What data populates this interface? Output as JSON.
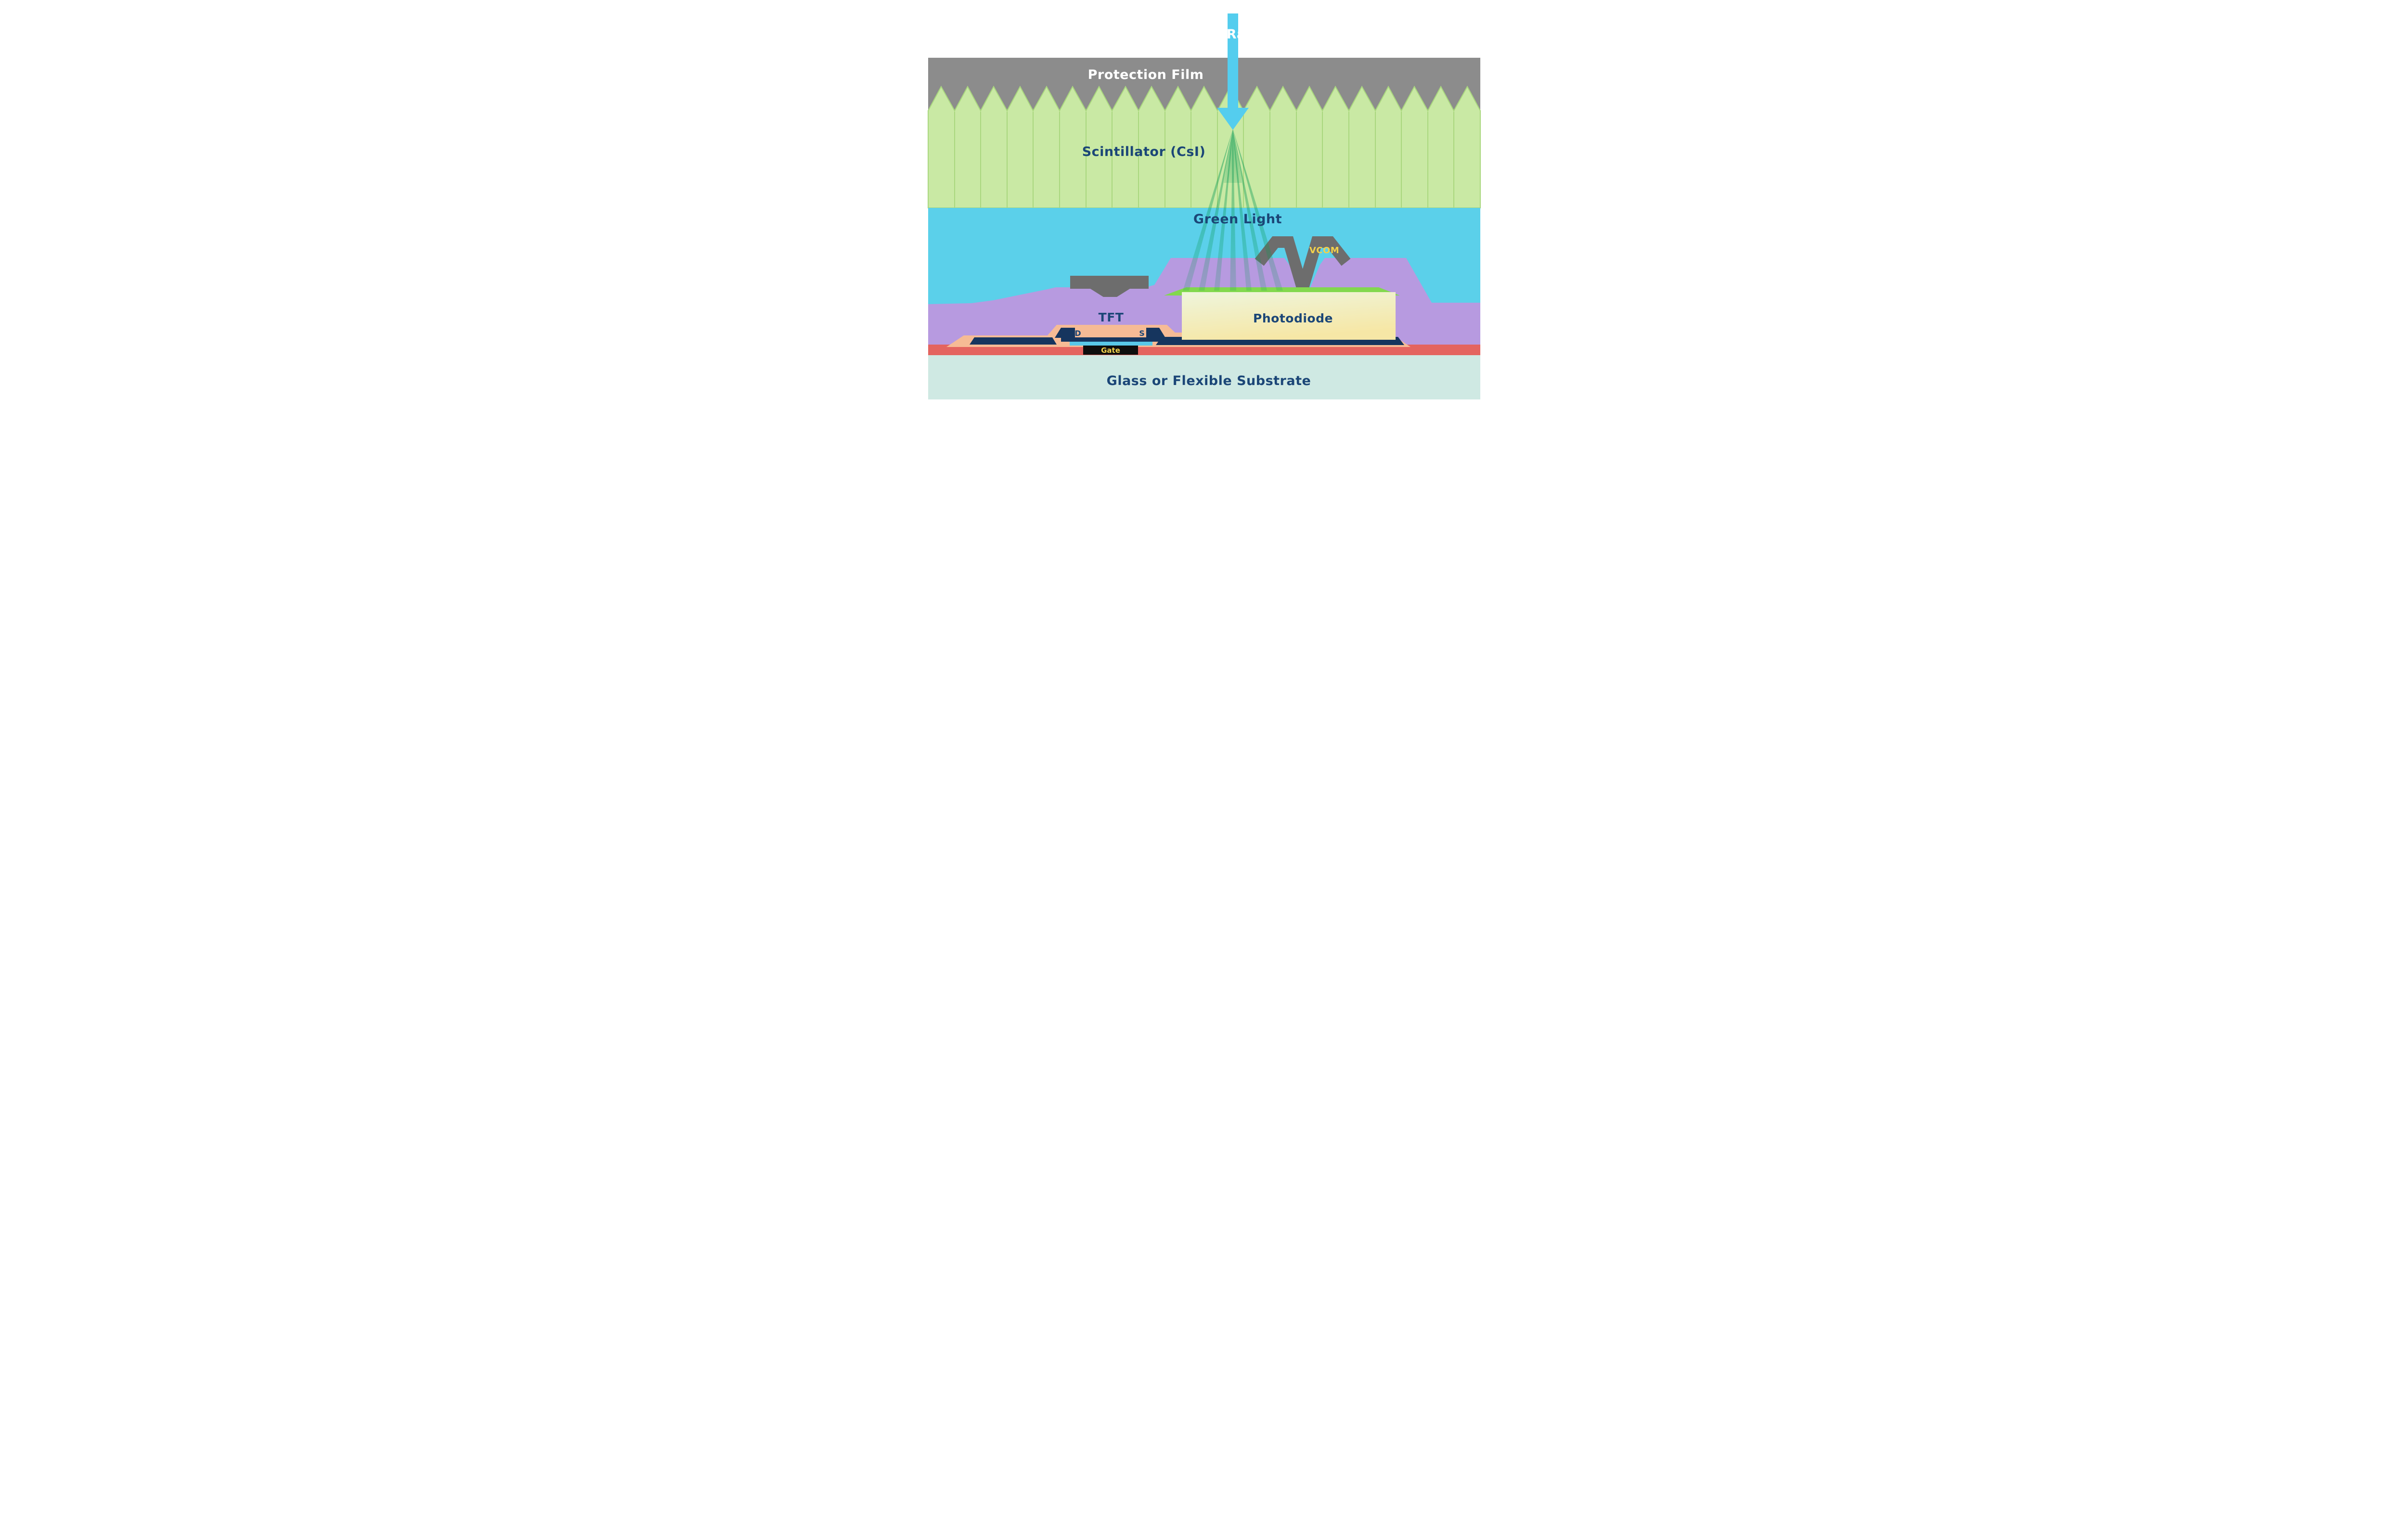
{
  "diagram": {
    "description": "Cross-section diagram of an X-ray flat panel detector pixel"
  },
  "labels": {
    "xray": "X-Ray",
    "protection_film": "Protection Film",
    "scintillator": "Scintillator (CsI)",
    "green_light": "Green Light",
    "vcom": "VCOM",
    "photodiode": "Photodiode",
    "tft": "TFT",
    "drain": "D",
    "source": "S",
    "gate": "Gate",
    "substrate": "Glass or Flexible Substrate"
  },
  "colors": {
    "background": "#ffffff",
    "protection_film": "#8c8c8c",
    "scintillator": "#c9e9a4",
    "scintillator_line": "#a9d77e",
    "light_band": "#5bd0ea",
    "planarization_purple": "#b79ae0",
    "gray_electrode": "#6d6d6d",
    "photodiode_top": "#82d84e",
    "salmon": "#f6bb95",
    "navy_metal": "#16355e",
    "semiconductor": "#59c8e8",
    "gate_black": "#0e0e0e",
    "red_line": "#e4645f",
    "substrate": "#cfe9e3",
    "arrow": "#54cdee",
    "text_navy": "#1b4677",
    "text_yellow": "#f2d14b",
    "text_white": "#ffffff"
  }
}
